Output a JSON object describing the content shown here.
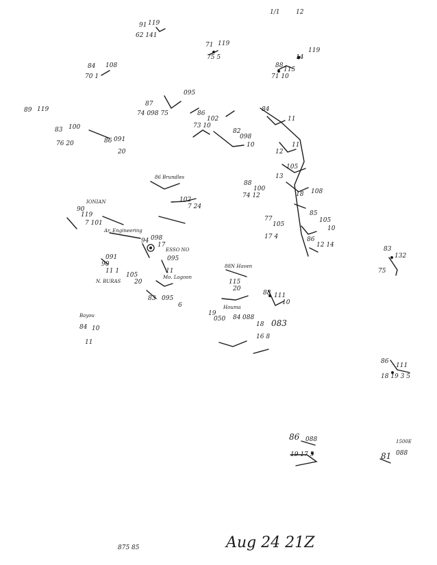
{
  "stations": [
    {
      "name": "",
      "temp": "",
      "pressure": "1/1",
      "extra": "12"
    },
    {
      "name": "",
      "temp": "91",
      "pressure": "119",
      "extra": "62 141"
    },
    {
      "name": "",
      "temp": "71",
      "pressure": "119",
      "extra": "75 5"
    },
    {
      "name": "",
      "temp": "",
      "pressure": "119",
      "extra": "14"
    },
    {
      "name": "",
      "temp": "84",
      "pressure": "108",
      "extra": "70 1"
    },
    {
      "name": "",
      "temp": "88",
      "pressure": "115",
      "extra": "71 10"
    },
    {
      "name": "",
      "temp": "89",
      "pressure": "119",
      "extra": ""
    },
    {
      "name": "",
      "temp": "87",
      "pressure": "095",
      "extra": "74 098 75"
    },
    {
      "name": "",
      "temp": "86",
      "pressure": "102",
      "extra": "73 10"
    },
    {
      "name": "",
      "temp": "83",
      "pressure": "100",
      "extra": "76 20"
    },
    {
      "name": "",
      "temp": "86",
      "pressure": "091",
      "extra": "20"
    },
    {
      "name": "",
      "temp": "84",
      "pressure": "",
      "extra": "11"
    },
    {
      "name": "",
      "temp": "82",
      "pressure": "098",
      "extra": "10"
    },
    {
      "name": "",
      "temp": "",
      "pressure": "11",
      "extra": "12"
    },
    {
      "name": "",
      "temp": "105",
      "pressure": "13",
      "extra": ""
    },
    {
      "name": "",
      "temp": "88",
      "pressure": "100",
      "extra": "74 12"
    },
    {
      "name": "",
      "temp": "",
      "pressure": "108",
      "extra": "18"
    },
    {
      "name": "86 Brundles",
      "temp": "86",
      "pressure": "102",
      "extra": "7 24"
    },
    {
      "name": "IONIAN",
      "temp": "90",
      "pressure": "119",
      "extra": "7 101"
    },
    {
      "name": "",
      "temp": "77",
      "pressure": "105",
      "extra": "17 4"
    },
    {
      "name": "",
      "temp": "85",
      "pressure": "105",
      "extra": "10"
    },
    {
      "name": "",
      "temp": "86",
      "pressure": "",
      "extra": "12 14"
    },
    {
      "name": "Ar. Engineering",
      "temp": "90",
      "pressure": "091",
      "extra": "11 1"
    },
    {
      "name": "ESSO NO",
      "temp": "94",
      "pressure": "098",
      "extra": "17"
    },
    {
      "name": "",
      "temp": "",
      "pressure": "095",
      "extra": "11"
    },
    {
      "name": "N. BURAS",
      "temp": "",
      "pressure": "105",
      "extra": "20"
    },
    {
      "name": "",
      "temp": "83",
      "pressure": "132",
      "extra": "75"
    },
    {
      "name": "88N Haven",
      "temp": "",
      "pressure": "115",
      "extra": "20"
    },
    {
      "name": "Mo. Lagoon",
      "temp": "83",
      "pressure": "095",
      "extra": "6"
    },
    {
      "name": "Houma",
      "temp": "88",
      "pressure": "111",
      "extra": "10"
    },
    {
      "name": "",
      "temp": "19",
      "pressure": "050",
      "extra": ""
    },
    {
      "name": "",
      "temp": "84",
      "pressure": "088",
      "extra": "18"
    },
    {
      "name": "",
      "temp": "",
      "pressure": "083",
      "extra": "16 8"
    },
    {
      "name": "Bayou",
      "temp": "84",
      "pressure": "10",
      "extra": "11"
    },
    {
      "name": "",
      "temp": "86",
      "pressure": "111",
      "extra": "18 19 3 5"
    },
    {
      "name": "",
      "temp": "86",
      "pressure": "088",
      "extra": "19 17 5"
    },
    {
      "name": "",
      "temp": "81",
      "pressure": "088",
      "extra": "1500E"
    }
  ],
  "footer": {
    "date": "Aug 24 21Z",
    "corner": "875 85"
  }
}
